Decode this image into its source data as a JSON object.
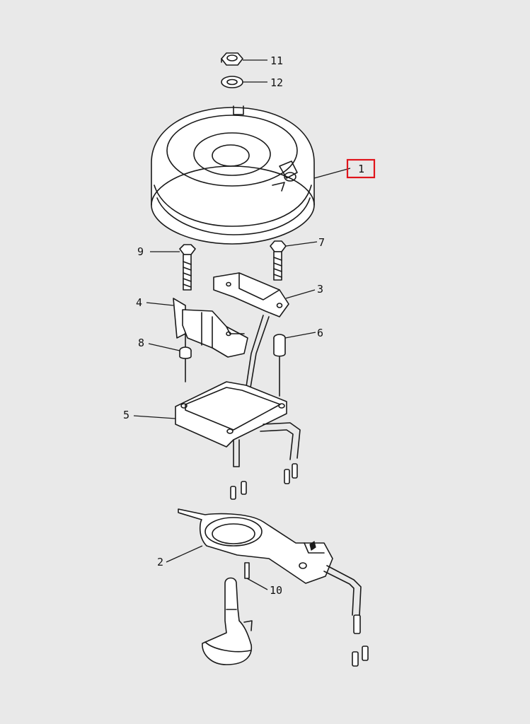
{
  "diagram": {
    "highlight_color": "#e0141b",
    "callouts": [
      "1",
      "2",
      "3",
      "4",
      "5",
      "6",
      "7",
      "8",
      "9",
      "10",
      "11",
      "12"
    ],
    "highlighted_callout": "1"
  }
}
